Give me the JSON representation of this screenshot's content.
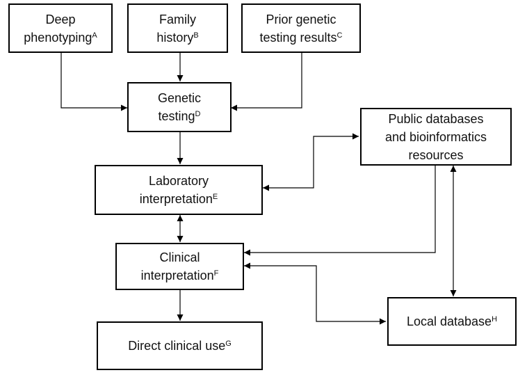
{
  "nodes": {
    "deep_phenotyping": {
      "lines": [
        "Deep",
        "phenotyping"
      ],
      "sup": "A"
    },
    "family_history": {
      "lines": [
        "Family",
        "history"
      ],
      "sup": "B"
    },
    "prior_testing": {
      "lines": [
        "Prior genetic",
        "testing results"
      ],
      "sup": "C"
    },
    "genetic_testing": {
      "lines": [
        "Genetic",
        "testing"
      ],
      "sup": "D"
    },
    "public_databases": {
      "lines": [
        "Public databases",
        "and bioinformatics",
        "resources"
      ],
      "sup": ""
    },
    "lab_interpretation": {
      "lines": [
        "Laboratory",
        "interpretation"
      ],
      "sup": "E"
    },
    "clinical_interpretation": {
      "lines": [
        "Clinical",
        "interpretation"
      ],
      "sup": "F"
    },
    "local_database": {
      "lines": [
        "Local database"
      ],
      "sup": "H"
    },
    "direct_clinical_use": {
      "lines": [
        "Direct clinical use"
      ],
      "sup": "G"
    }
  }
}
